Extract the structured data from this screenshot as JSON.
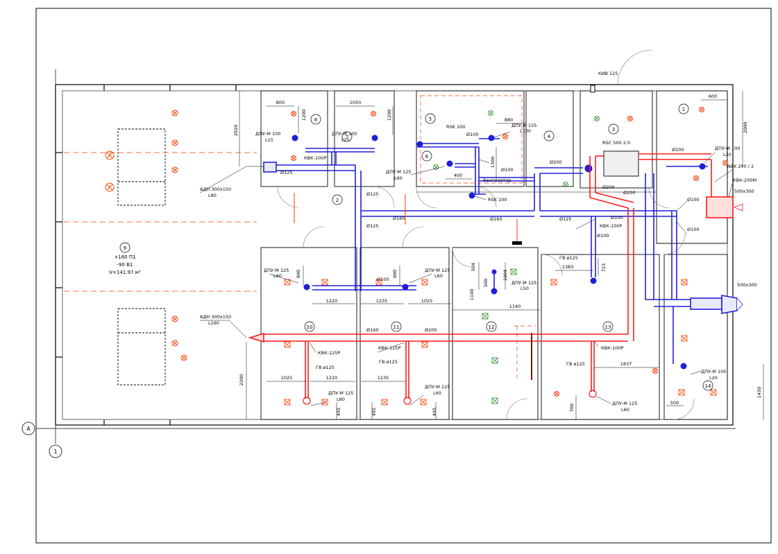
{
  "colors": {
    "supply": "#ff1a1a",
    "exhaust": "#1f1fd9",
    "wall": "#000000",
    "dim": "#000000",
    "light": "#ff3b00",
    "grid": "#000000"
  },
  "axes": {
    "row": "A",
    "col": "1"
  },
  "rooms": [
    "1",
    "2",
    "3",
    "4",
    "5",
    "6",
    "7",
    "8",
    "9",
    "10",
    "11",
    "12",
    "13",
    "14"
  ],
  "room9": {
    "line1": "+160  П1",
    "line2": "-90  В1",
    "line3": "V=141.97 м³"
  },
  "labels": {
    "adn_top": "АДН 300х150",
    "adn_top_l": "L80",
    "adn_bot": "АДН 300х150",
    "adn_bot_l": "L160",
    "kvb": "КИВ 125",
    "rsc": "RSC 500 2.0",
    "nek": "NEK 200 / 2",
    "kvk200": "КВК-200М",
    "grille_top": "500х300",
    "grille_right": "500х300",
    "rsk1": "RSK 100",
    "rsk2": "RSK 100",
    "vent": "Вентилятор",
    "dpu_8": "ДПУ-М 100",
    "dpu_8_l": "L15",
    "dpu_7": "ДПУ-М 100",
    "dpu_7_l": "L15",
    "dpu_4": "ДПУ-М 125",
    "dpu_4_l": "L100",
    "dpu_6": "ДПУ-М 125",
    "dpu_6_l": "L60",
    "dpu_1": "ДПУ-М 100",
    "dpu_1_l": "L20",
    "dpu_10a": "ДПУ-М 125",
    "dpu_10a_l": "L60",
    "dpu_11a": "ДПУ-М 125",
    "dpu_11a_l": "L60",
    "dpu_12": "ДПУ-М 125",
    "dpu_12_l": "L50",
    "dpu_14": "ДПУ-М 100",
    "dpu_14_l": "L20",
    "dpu_10b": "ДПУ-М 125",
    "dpu_10b_l": "L80",
    "dpu_11b": "ДПУ-М 125",
    "dpu_11b_l": "L60",
    "dpu_13": "ДПУ-М 125",
    "dpu_13_l": "L60",
    "kvk100p_a": "КВК-100Р",
    "kvk100p_b": "КВК-100Р",
    "kvk100p_c": "КВК-100Р",
    "kvk125p_a": "КВК-125Р",
    "kvk125p_b": "КВК-125Р",
    "gv_a": "ГВ ø125",
    "gv_b": "ГВ ø125",
    "gv_c": "ГВ ø125",
    "gv_d": "ГВ ø125",
    "d125_a": "Ø125",
    "d125_b": "Ø125",
    "d125_c": "Ø125",
    "d125_d": "Ø125",
    "d160_a": "Ø160",
    "d160_b": "Ø160",
    "d160_c": "Ø160",
    "d100_a": "Ø100",
    "d100_b": "Ø100",
    "d100_c": "Ø100",
    "d100_d": "Ø100",
    "d100_e": "Ø100",
    "d100_f": "Ø100",
    "d100_g": "Ø100",
    "d200_a": "Ø200",
    "d200_b": "Ø200",
    "d200_c": "Ø200",
    "d200_d": "Ø200",
    "d200_e": "Ø200"
  },
  "dims": {
    "d800": "800",
    "d1200a": "1200",
    "d1050": "1050",
    "d1200b": "1200",
    "d880": "880",
    "d600": "600",
    "d2020": "2020",
    "d2000": "2000",
    "d400": "400",
    "d1300": "1300",
    "d900a": "900",
    "d900b": "900",
    "d1220a": "1220",
    "d1235a": "1235",
    "d1025a": "1025",
    "d504": "504",
    "d1004": "1004",
    "d500": "500",
    "d1100": "1100",
    "d1140": "1140",
    "d1383": "1383",
    "d723": "723",
    "d2200": "2200",
    "d1025b": "1025",
    "d1220b": "1220",
    "d1235b": "1235",
    "d495a": "495",
    "d495b": "495",
    "d495c": "495",
    "d1837": "1837",
    "d700": "700",
    "d500b": "500",
    "d1450": "1450"
  }
}
